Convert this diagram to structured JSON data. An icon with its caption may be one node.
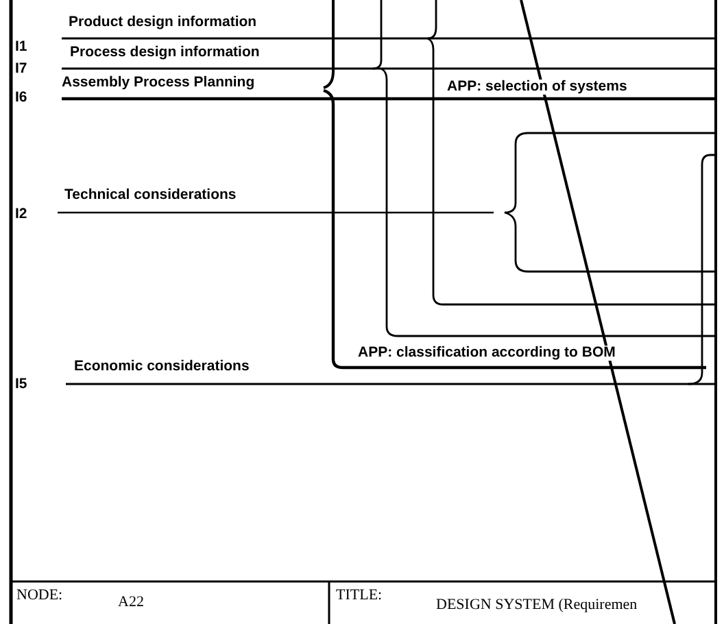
{
  "diagram": {
    "labels": [
      "Product design information",
      "I1",
      "Process design information",
      "I7",
      "Assembly Process Planning",
      "APP: selection of systems",
      "I6",
      "Technical considerations",
      "I2",
      "APP: classification according to BOM",
      "Economic considerations",
      "I5",
      "NODE:",
      "A22",
      "TITLE:",
      "DESIGN SYSTEM (Requiremen"
    ]
  }
}
